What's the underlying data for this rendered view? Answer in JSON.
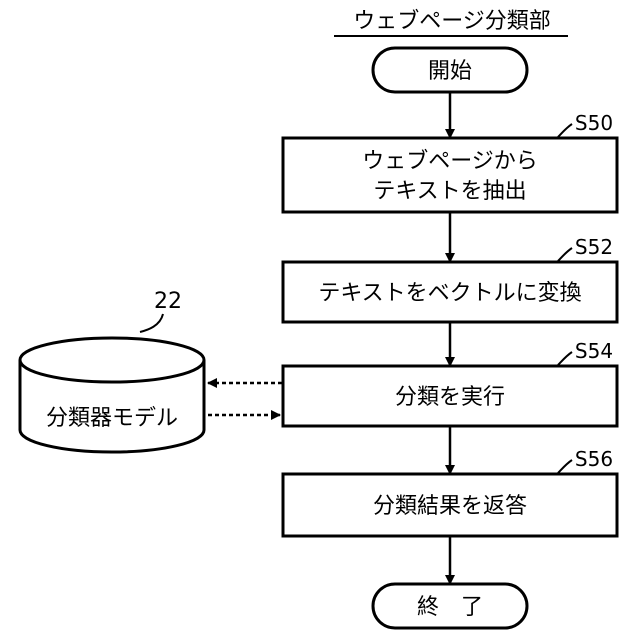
{
  "figure": {
    "title": "ウェブページ分類部",
    "start_label": "開始",
    "end_label": "終　了",
    "steps": [
      {
        "id": "S50",
        "lines": [
          "ウェブページから",
          "テキストを抽出"
        ]
      },
      {
        "id": "S52",
        "lines": [
          "テキストをベクトルに変換"
        ]
      },
      {
        "id": "S54",
        "lines": [
          "分類を実行"
        ]
      },
      {
        "id": "S56",
        "lines": [
          "分類結果を返答"
        ]
      }
    ],
    "model": {
      "ref": "22",
      "label": "分類器モデル"
    }
  }
}
